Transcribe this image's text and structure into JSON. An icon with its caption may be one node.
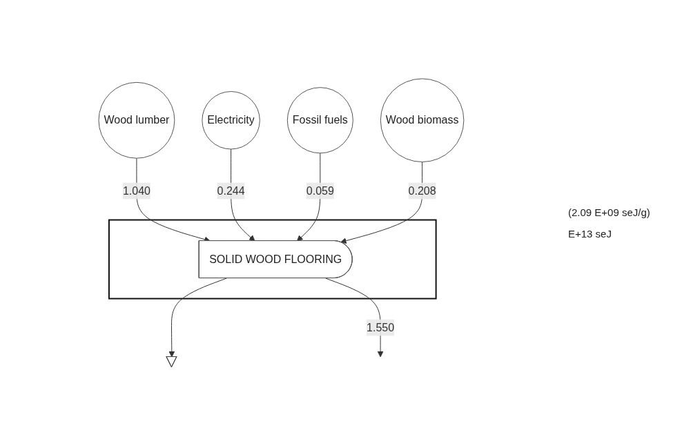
{
  "diagram": {
    "nodes": [
      {
        "text": [
          "Wood lumber"
        ]
      },
      {
        "text": [
          "Electricity"
        ]
      },
      {
        "text": [
          "Fossil fuels"
        ]
      },
      {
        "text": [
          "Wood biomass"
        ]
      },
      {
        "text": [],
        "shape": "box"
      },
      {
        "text": [
          "SOLID WOOD FLOORING"
        ],
        "in": 4
      },
      {
        "text": [],
        "shape": "ground"
      }
    ],
    "edges": [
      {
        "from": 0,
        "to": 5,
        "arrow": "to",
        "label": "1.040"
      },
      {
        "from": 1,
        "to": 5,
        "arrow": "to",
        "label": "0.244"
      },
      {
        "from": 2,
        "to": 5,
        "arrow": "to",
        "label": "0.059"
      },
      {
        "from": 3,
        "to": 5,
        "arrow": "to",
        "label": "0.208"
      },
      {
        "from": 5,
        "to": 6,
        "arrow": "to"
      },
      {
        "from": 5,
        "to": null,
        "arrow": "to",
        "label": "1.550"
      }
    ],
    "labels": [
      "(2.09 E+09 seJ/g)",
      "E+13 seJ"
    ]
  }
}
